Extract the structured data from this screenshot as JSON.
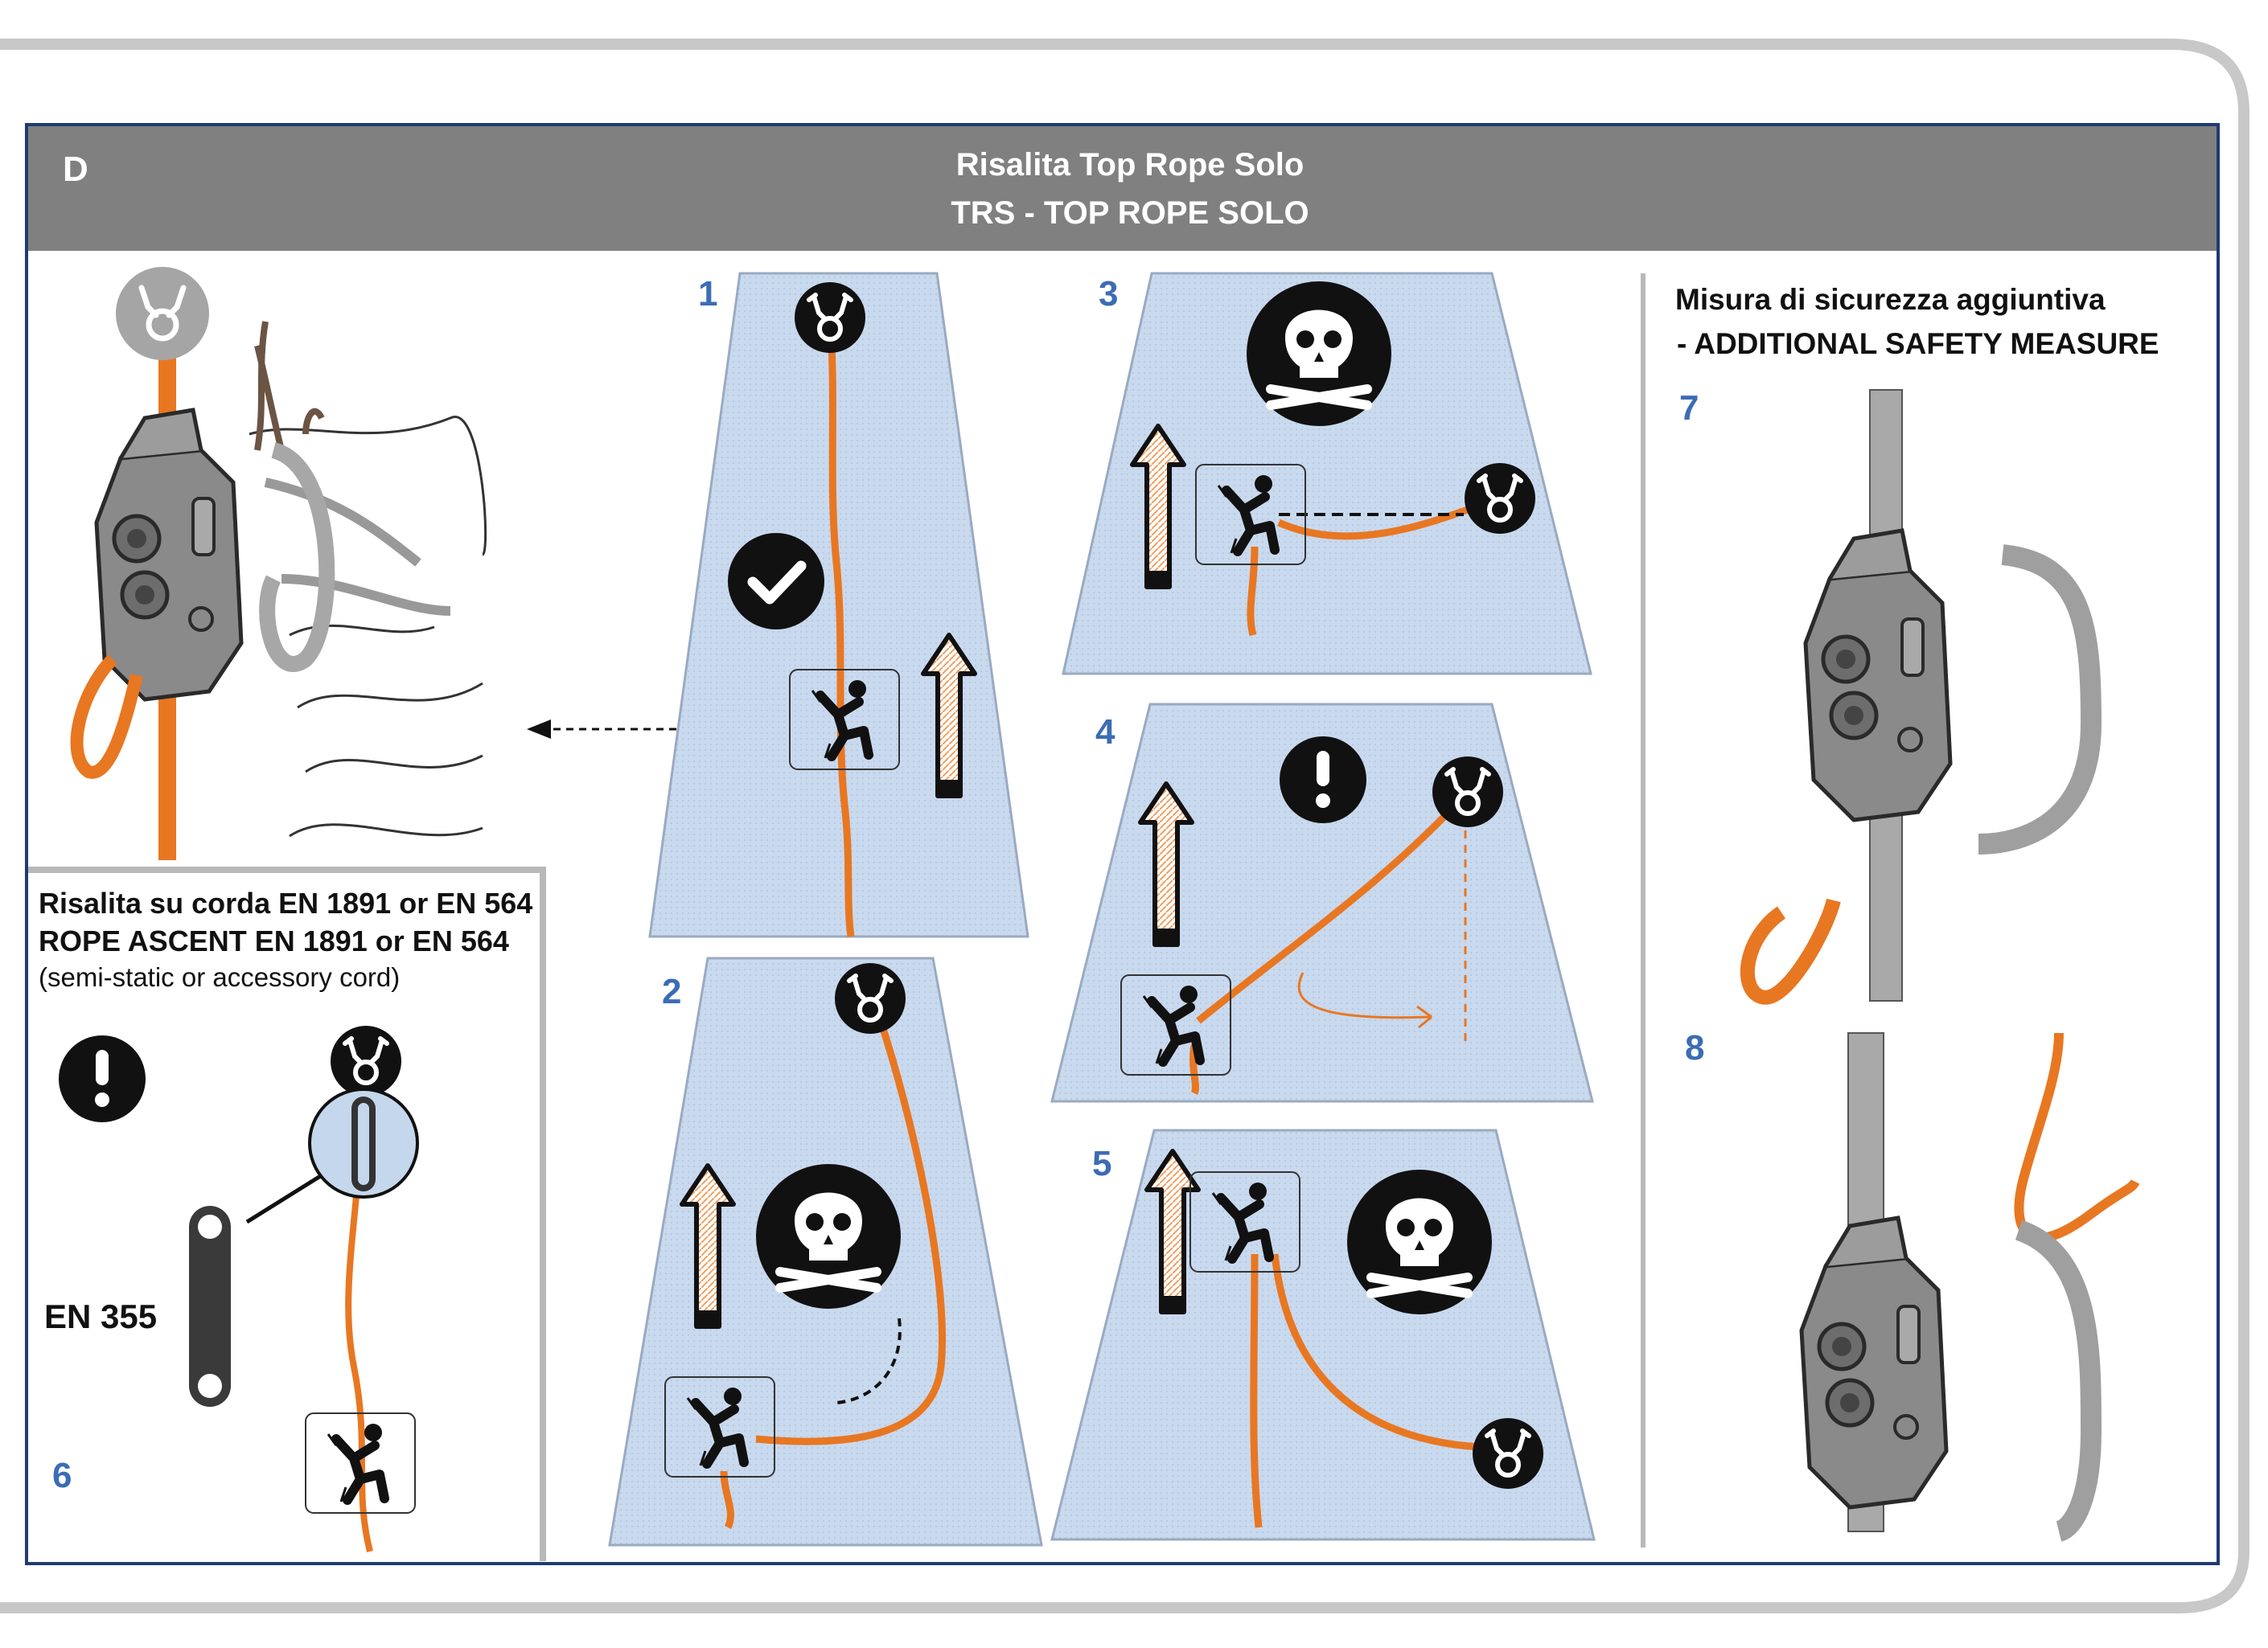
{
  "header": {
    "section_letter": "D",
    "title_it": "Risalita Top Rope Solo",
    "title_en": "TRS - TOP ROPE SOLO"
  },
  "panels": {
    "p1": "1",
    "p2": "2",
    "p3": "3",
    "p4": "4",
    "p5": "5",
    "p6": "6",
    "p7": "7",
    "p8": "8"
  },
  "rope_ascent": {
    "line1": "Risalita su corda EN 1891 or EN 564",
    "line2": "ROPE ASCENT EN 1891 or EN 564",
    "line3": "(semi-static or accessory cord)",
    "lanyard_label": "EN 355"
  },
  "safety": {
    "title_it": "Misura di sicurezza aggiuntiva",
    "title_en": "- ADDITIONAL SAFETY MEASURE"
  },
  "colors": {
    "header_bg": "#808080",
    "border_blue": "#1f3b73",
    "panel_blue": "#c5d7ec",
    "rope_orange": "#e87722",
    "number_blue": "#3c6cb4",
    "icon_black": "#111111"
  },
  "icons": [
    "anchor-icon",
    "check-icon",
    "climber-icon",
    "skull-icon",
    "warning-icon",
    "up-arrow-icon",
    "ascender-device-icon",
    "lanyard-icon"
  ]
}
